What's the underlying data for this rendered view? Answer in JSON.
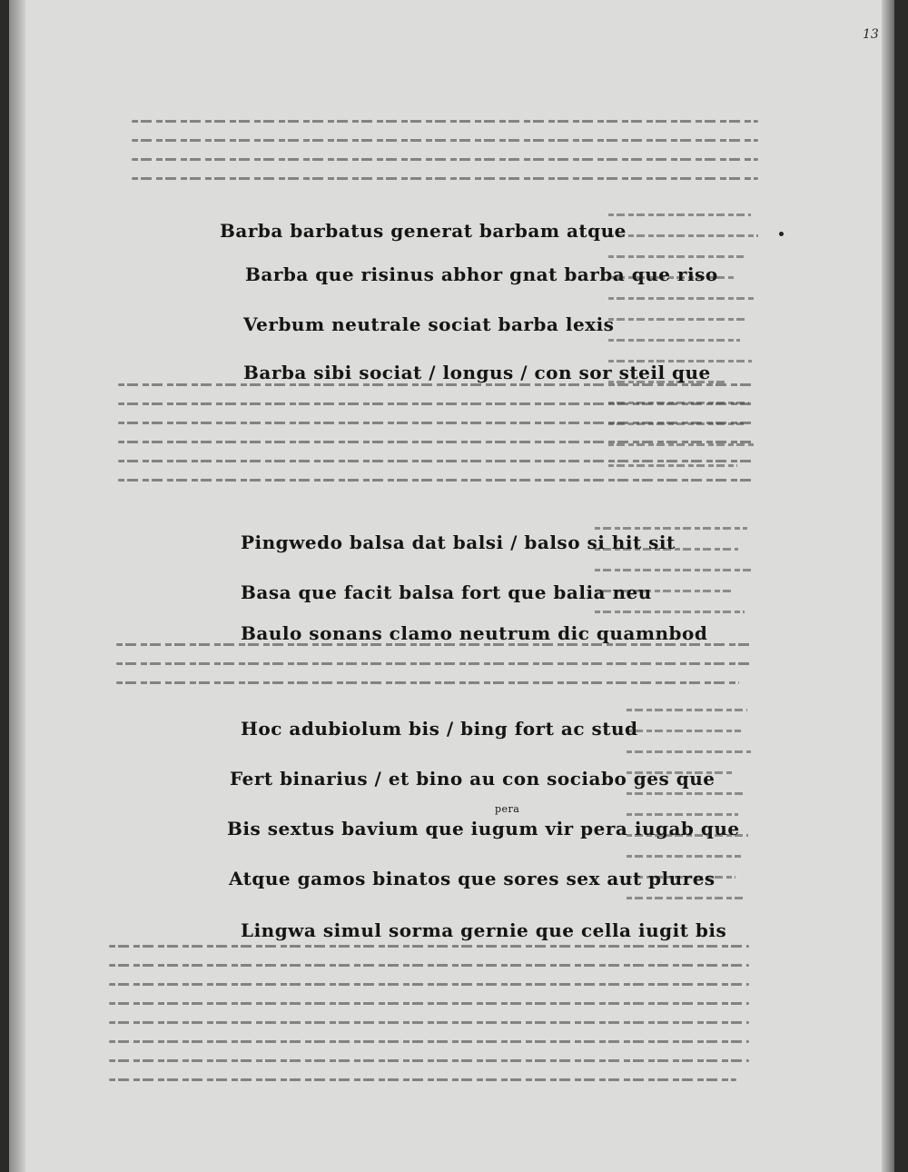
{
  "folio": "13",
  "verses": [
    "Barba barbatus generat barbam atque",
    "Barba que risinus abhor gnat barba que riso",
    "Verbum neutrale sociat barba lexis",
    "Barba sibi sociat / longus / con sor steil que",
    "Pingwedo balsa dat balsi / balso si hit sit",
    "Basa que facit balsa fort que balia neu",
    "Baulo sonans clamo neutrum dic quamnbod",
    "Hoc adubiolum bis / bing fort ac stud",
    "Fert binarius / et bino au con sociabo ges que",
    "Bis sextus bavium que iugum vir pera iugab que",
    "Atque gamos binatos que sores sex aut plures",
    "Lingwa simul sorma gernie que cella iugit bis"
  ],
  "verse_top_superscript": "pera"
}
